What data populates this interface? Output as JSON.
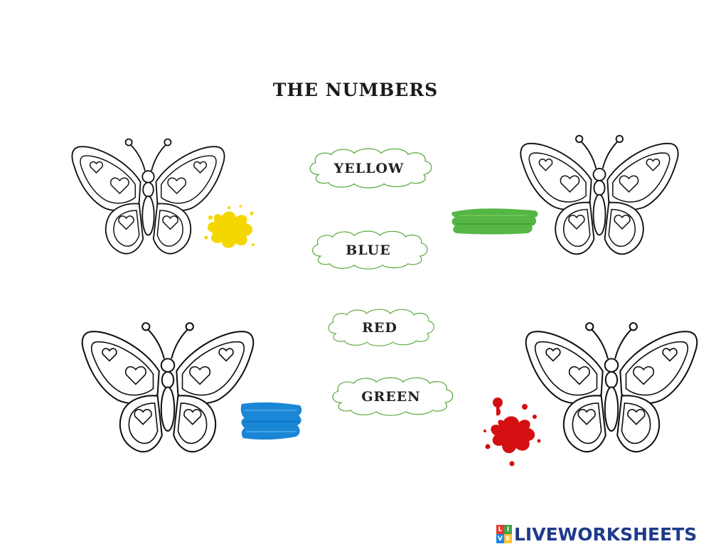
{
  "worksheet": {
    "title": "THE NUMBERS",
    "words": [
      "YELLOW",
      "BLUE",
      "RED",
      "GREEN"
    ],
    "paint_colors": {
      "yellow": "#f4d600",
      "green": "#4cb23a",
      "blue": "#1a86d6",
      "red": "#d40f12"
    },
    "cloud_outline_color": "#5aaa3c"
  },
  "branding": {
    "logo_letters": [
      "L",
      "I",
      "V",
      "E"
    ],
    "name": "LIVEWORKSHEETS",
    "colors": [
      "#e53935",
      "#43a047",
      "#1e88e5",
      "#fbc02d"
    ]
  }
}
